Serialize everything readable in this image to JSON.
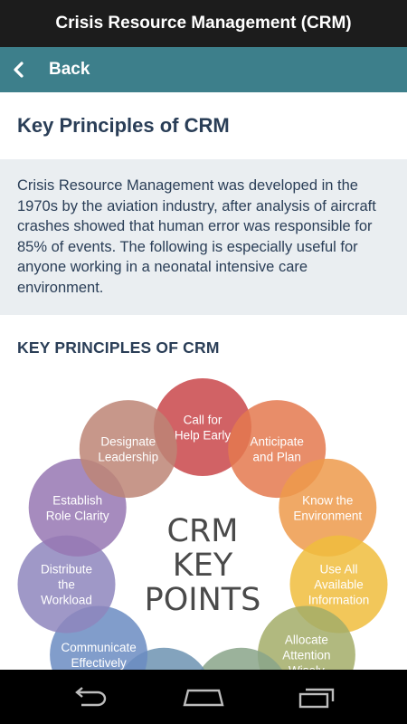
{
  "app": {
    "title": "Crisis Resource Management (CRM)"
  },
  "nav": {
    "back_label": "Back"
  },
  "page": {
    "title": "Key Principles of CRM"
  },
  "intro": {
    "text": "Crisis Resource Management was developed in the 1970s by the aviation industry, after analysis of aircraft crashes showed that human error was responsible for 85% of events. The following is especially useful for anyone working in a neonatal intensive care environment."
  },
  "section": {
    "heading": "KEY PRINCIPLES OF CRM"
  },
  "diagram": {
    "center_lines": [
      "CRM",
      "KEY",
      "POINTS"
    ],
    "circles": [
      {
        "lines": [
          "Call for",
          "Help Early"
        ],
        "color": "#c9464a"
      },
      {
        "lines": [
          "Anticipate",
          "and Plan"
        ],
        "color": "#e4794f"
      },
      {
        "lines": [
          "Know the",
          "Environment"
        ],
        "color": "#ed9a4b"
      },
      {
        "lines": [
          "Use All",
          "Available",
          "Information"
        ],
        "color": "#f0bd3d"
      },
      {
        "lines": [
          "Allocate",
          "Attention",
          "Wisely"
        ],
        "color": "#a3ad68"
      },
      {
        "lines": [],
        "color": "#8aa58a"
      },
      {
        "lines": [],
        "color": "#6d93b2"
      },
      {
        "lines": [
          "Communicate",
          "Effectively"
        ],
        "color": "#6b8cc2"
      },
      {
        "lines": [
          "Distribute",
          "the",
          "Workload"
        ],
        "color": "#8e86bd"
      },
      {
        "lines": [
          "Establish",
          "Role Clarity"
        ],
        "color": "#9777b3"
      },
      {
        "lines": [
          "Designate",
          "Leadership"
        ],
        "color": "#bd8575"
      }
    ]
  },
  "system_nav": {
    "icons": [
      "back-arrow-icon",
      "home-icon",
      "recent-apps-icon"
    ]
  }
}
